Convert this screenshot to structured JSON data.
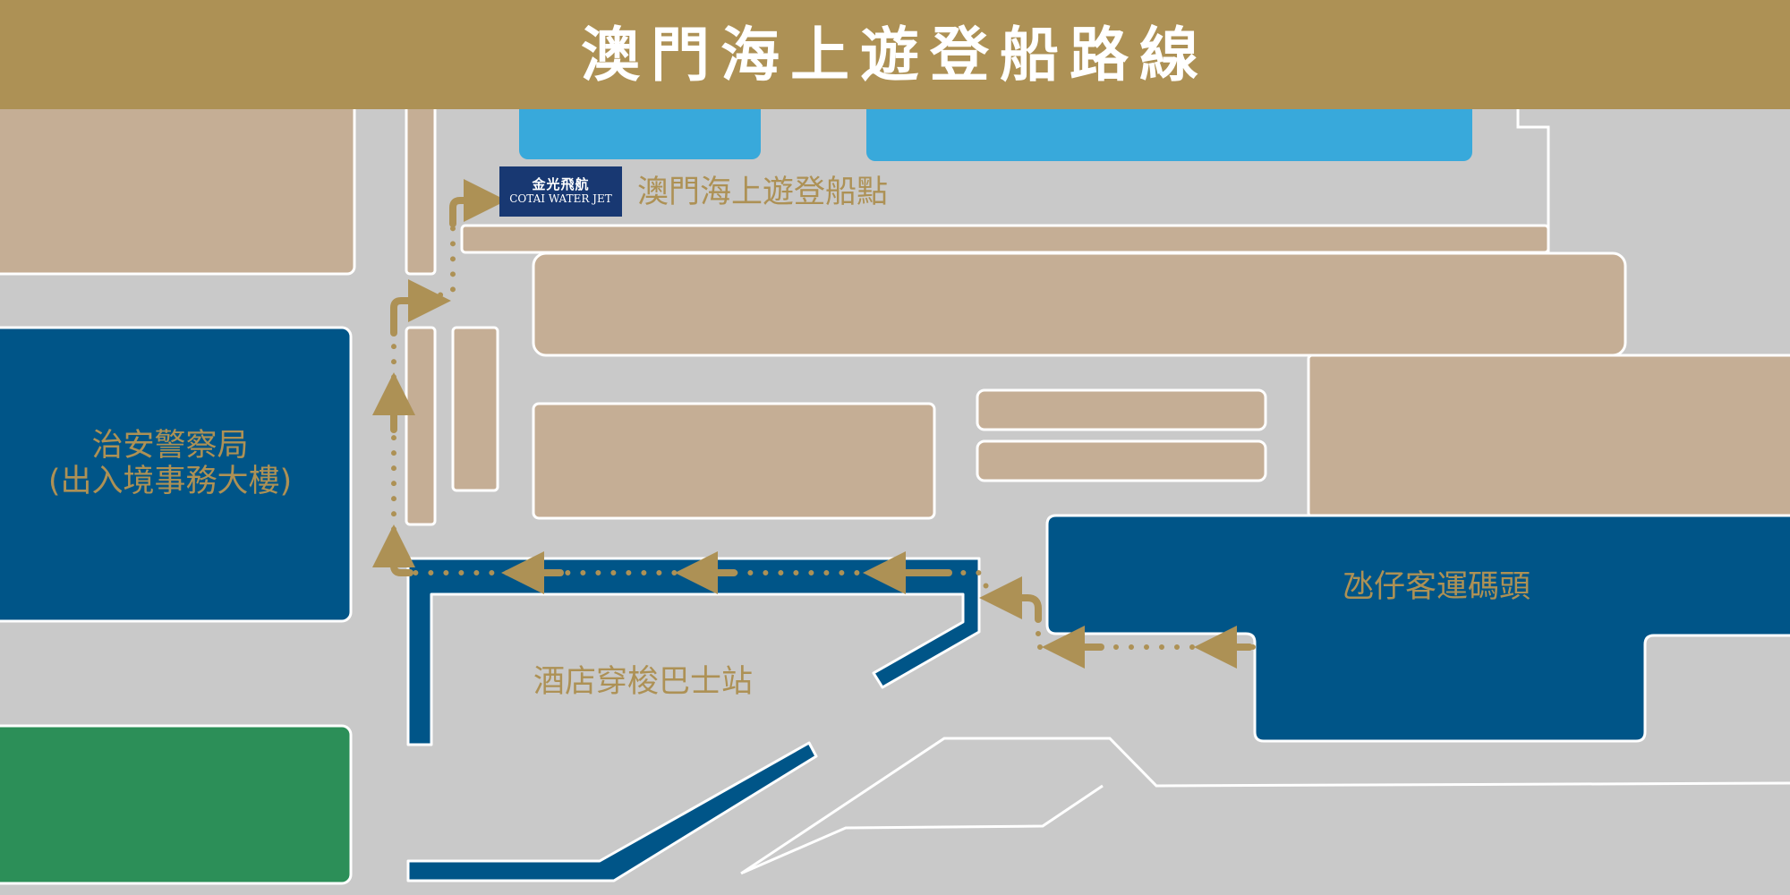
{
  "header": {
    "title": "澳門海上遊登船路線"
  },
  "places": {
    "police_line1": "治安警察局",
    "police_line2": "(出入境事務大樓)",
    "ferry_terminal": "氹仔客運碼頭",
    "shuttle_stop": "酒店穿梭巴士站",
    "boarding_point": "澳門海上遊登船點"
  },
  "brand": {
    "chinese": "金光飛航",
    "english": "COTAI WATER JET"
  },
  "colors": {
    "title_bar": "#ad9155",
    "background": "#c9c9c9",
    "building": "#c5ae95",
    "navy": "#005588",
    "water": "#38a9db",
    "green": "#2c8f58",
    "route": "#ad9155",
    "brand_bg": "#183872"
  },
  "icons": [
    "route-arrow-icon"
  ]
}
